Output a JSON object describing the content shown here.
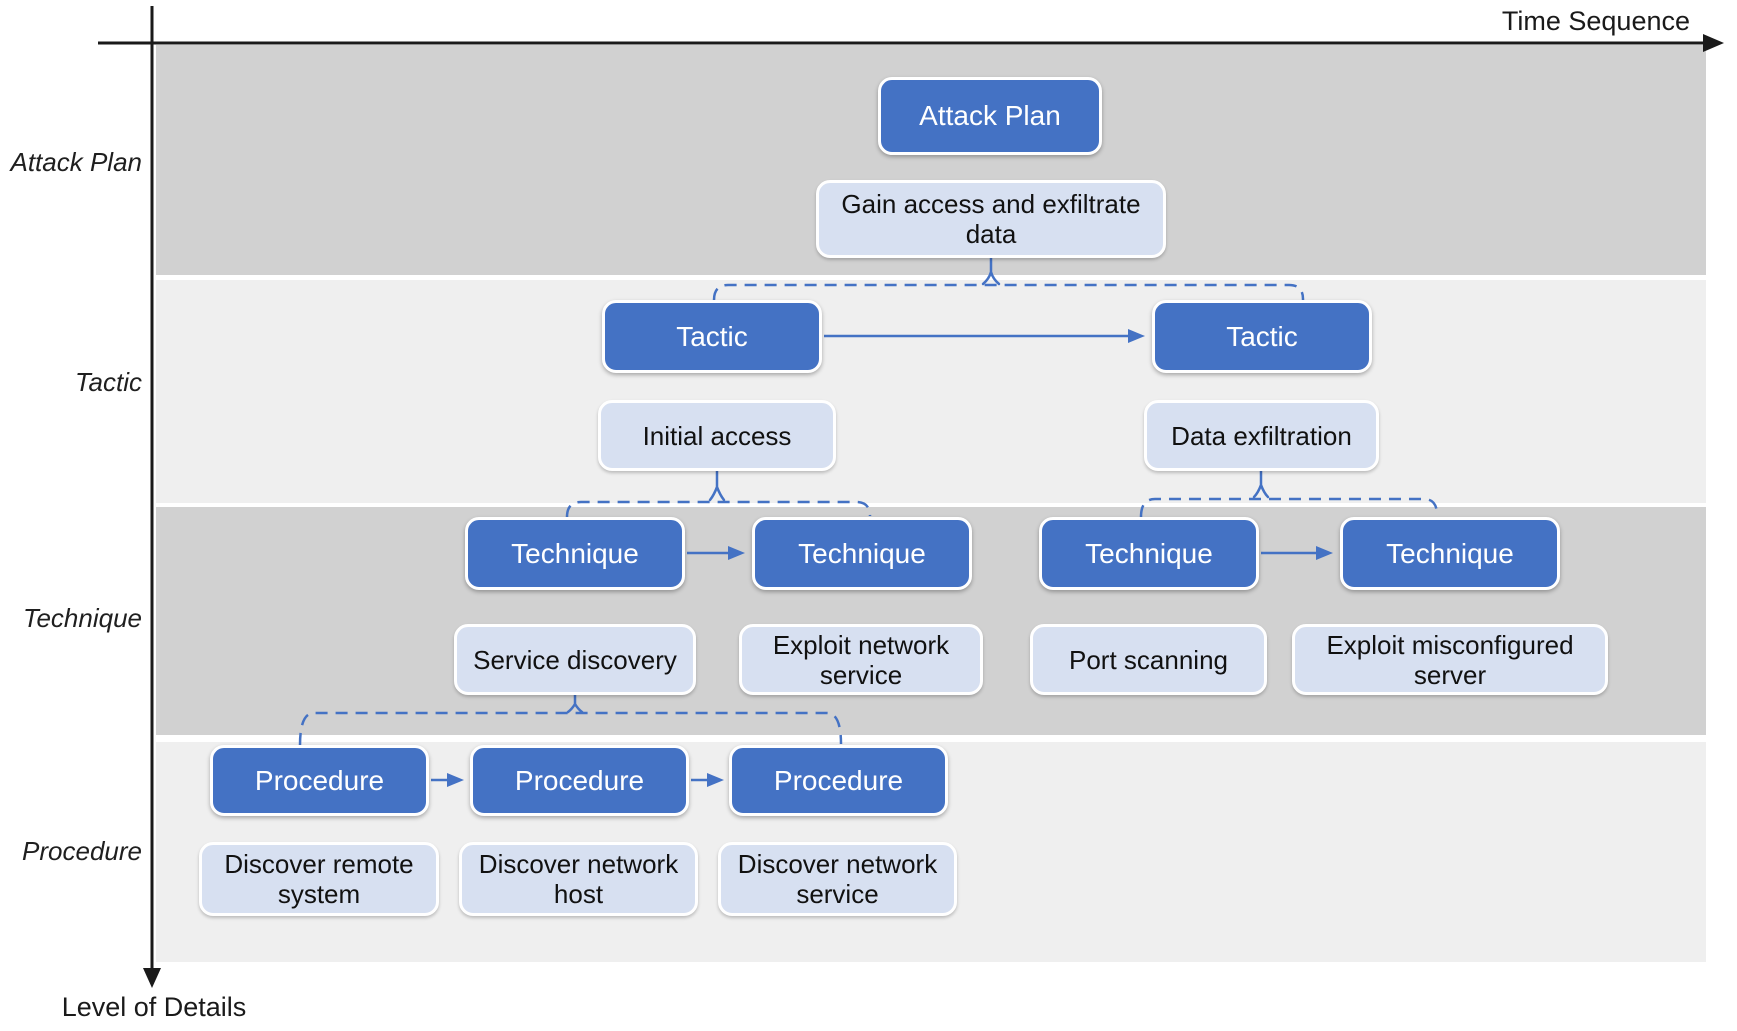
{
  "axes": {
    "x_label": "Time Sequence",
    "y_label": "Level of Details"
  },
  "bands": [
    {
      "label": "Attack Plan"
    },
    {
      "label": "Tactic"
    },
    {
      "label": "Technique"
    },
    {
      "label": "Procedure"
    }
  ],
  "nodes": {
    "attack_plan": {
      "label": "Attack Plan",
      "description": "Gain access and exfiltrate data"
    },
    "tactic_1": {
      "label": "Tactic",
      "description": "Initial access"
    },
    "tactic_2": {
      "label": "Tactic",
      "description": "Data exfiltration"
    },
    "technique_1": {
      "label": "Technique",
      "description": "Service discovery"
    },
    "technique_2": {
      "label": "Technique",
      "description": "Exploit network service"
    },
    "technique_3": {
      "label": "Technique",
      "description": "Port scanning"
    },
    "technique_4": {
      "label": "Technique",
      "description": "Exploit misconfigured server"
    },
    "procedure_1": {
      "label": "Procedure",
      "description": "Discover remote system"
    },
    "procedure_2": {
      "label": "Procedure",
      "description": "Discover network host"
    },
    "procedure_3": {
      "label": "Procedure",
      "description": "Discover network service"
    }
  },
  "colors": {
    "node_fill": "#4472c4",
    "node_text": "#ffffff",
    "description_fill": "#d7e0f1",
    "description_text": "#111111",
    "connector": "#4472c4",
    "band_dark": "#d1d1d1",
    "band_light": "#efefef",
    "axis": "#1a1a1a"
  }
}
